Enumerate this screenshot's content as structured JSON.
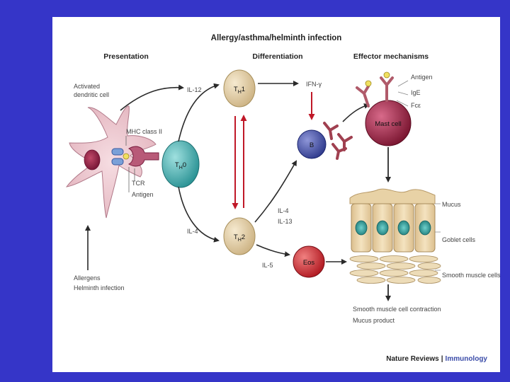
{
  "title": "Allergy/asthma/helminth infection",
  "headers": {
    "presentation": "Presentation",
    "differentiation": "Differentiation",
    "effector": "Effector mechanisms"
  },
  "labels": {
    "activated_dc_1": "Activated",
    "activated_dc_2": "dendritic cell",
    "mhc": "MHC class II",
    "tcr": "TCR",
    "antigen_left": "Antigen",
    "allergens": "Allergens",
    "helminth": "Helminth infection",
    "il12": "IL-12",
    "il4_left": "IL-4",
    "ifn": "IFN-γ",
    "il4_right": "IL-4",
    "il13": "IL-13",
    "il5": "IL-5",
    "antigen_right": "Antigen",
    "ige": "IgE",
    "fce": "Fcε",
    "mucus": "Mucus",
    "goblet": "Goblet cells",
    "smooth": "Smooth muscle cells",
    "contraction": "Smooth muscle cell contraction",
    "mucus_product": "Mucus product"
  },
  "cells": {
    "th0": {
      "main": "T",
      "sub": "H",
      "suffix": "0"
    },
    "th1": {
      "main": "T",
      "sub": "H",
      "suffix": "1"
    },
    "th2": {
      "main": "T",
      "sub": "H",
      "suffix": "2"
    },
    "b": "B",
    "eos": "Eos",
    "mast": "Mast cell"
  },
  "credit": {
    "journal": "Nature Reviews",
    "sep": "|",
    "section": "Immunology"
  },
  "colors": {
    "background": "#3535c8",
    "th0": "#3aa6a8",
    "th": "#e6d2a8",
    "b": "#4a55a8",
    "eos": "#cc2830",
    "mast": "#98203c",
    "red_arrow": "#c01828",
    "credit_section": "#3a4ba8"
  }
}
